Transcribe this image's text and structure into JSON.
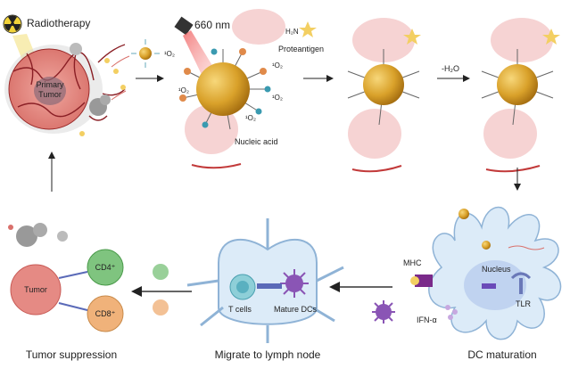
{
  "labels": {
    "radiotherapy": "Radiotherapy",
    "primary_tumor_1": "Primary",
    "primary_tumor_2": "Tumor",
    "wavelength": "660 nm",
    "singlet_oxygen": "¹O₂",
    "proteantigen": "Proteantigen",
    "nucleic_acid": "Nucleic acid",
    "dehydration": "-H₂O",
    "mhc": "MHC",
    "nucleus": "Nucleus",
    "tlr": "TLR",
    "ifn": "IFN-α",
    "dc_maturation": "DC maturation",
    "t_cells": "T cells",
    "mature_dcs": "Mature DCs",
    "migrate": "Migrate to lymph node",
    "tumor": "Tumor",
    "cd4": "CD4⁺",
    "cd8": "CD8⁺",
    "tumor_suppression": "Tumor suppression"
  },
  "colors": {
    "gold": "#d9a12a",
    "tumor": "#e58a84",
    "pink_bubble": "#f6d3d3",
    "cell": "#dcebf8",
    "cell_stroke": "#8fb3d6",
    "cd4": "#7fc47f",
    "cd8": "#f0b27a",
    "dc_purple": "#8a55b5"
  }
}
